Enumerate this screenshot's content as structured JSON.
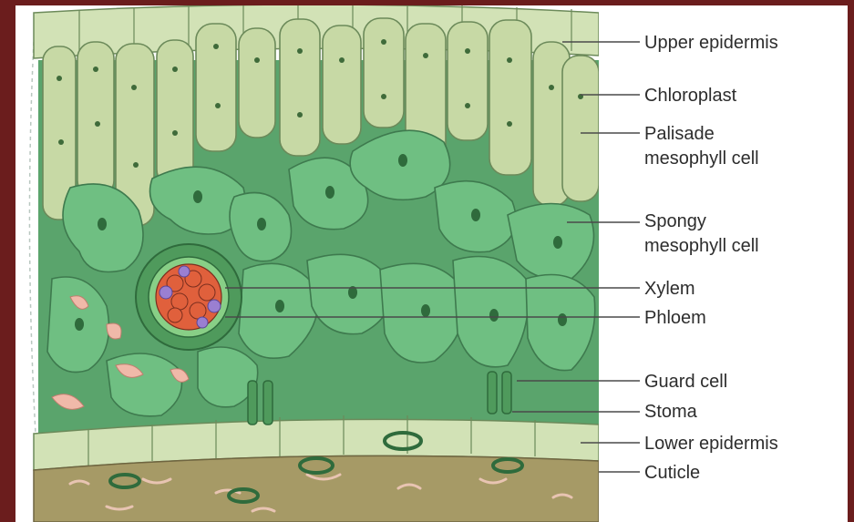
{
  "diagram": {
    "labels": {
      "upper_epidermis": "Upper epidermis",
      "chloroplast": "Chloroplast",
      "palisade_line1": "Palisade",
      "palisade_line2": "mesophyll cell",
      "spongy_line1": "Spongy",
      "spongy_line2": "mesophyll cell",
      "xylem": "Xylem",
      "phloem": "Phloem",
      "guard_cell": "Guard cell",
      "stoma": "Stoma",
      "lower_epidermis": "Lower epidermis",
      "cuticle": "Cuticle"
    },
    "colors": {
      "background_border": "#6b1d1d",
      "palisade": "#c7d9a5",
      "spongy": "#6fbf82",
      "epidermis": "#d2e2b6",
      "cuticle": "#a69a66",
      "xylem": "#e0603c",
      "phloem": "#9a7fd1",
      "air_space": "#f0b9a9"
    }
  }
}
